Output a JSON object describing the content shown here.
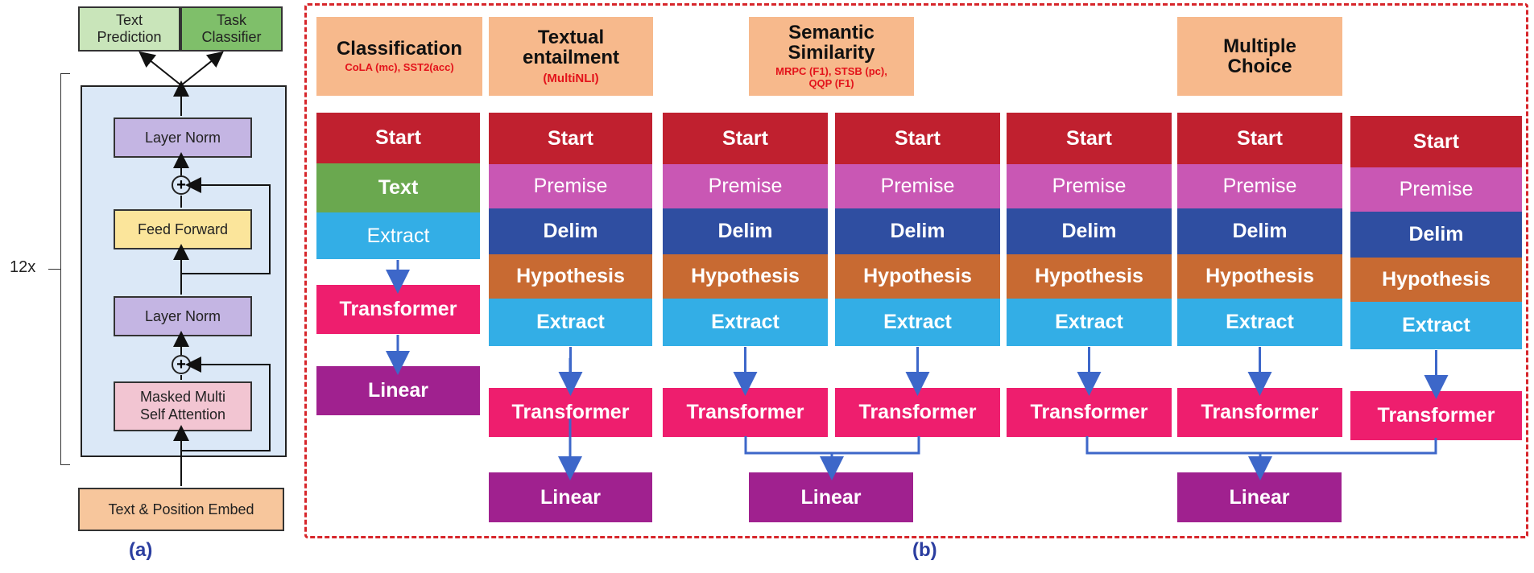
{
  "panel_a": {
    "outputs": [
      "Text\nPrediction",
      "Task\nClassifier"
    ],
    "layer_norm_top": "Layer Norm",
    "feed_forward": "Feed Forward",
    "layer_norm_bottom": "Layer Norm",
    "attention": "Masked Multi\nSelf Attention",
    "embed": "Text & Position Embed",
    "repeat": "12x",
    "plus_symbol": "+",
    "label": "(a)"
  },
  "panel_b": {
    "label": "(b)",
    "tasks": {
      "classification": {
        "title": "Classification",
        "sub": "CoLA (mc), SST2(acc)"
      },
      "entailment": {
        "title": "Textual\nentailment",
        "sub": "(MultiNLI)"
      },
      "similarity": {
        "title": "Semantic\nSimilarity",
        "sub": "MRPC (F1), STSB (pc),\nQQP (F1)"
      },
      "multiple": {
        "title": "Multiple\nChoice",
        "sub": ""
      }
    },
    "tokens": {
      "start": "Start",
      "text": "Text",
      "extract": "Extract",
      "premise": "Premise",
      "delim": "Delim",
      "hypothesis": "Hypothesis",
      "transformer": "Transformer",
      "linear": "Linear"
    }
  },
  "colors": {
    "start": "#c0202f",
    "text": "#6aa84f",
    "extract": "#33aee6",
    "premise": "#c957b4",
    "delim": "#2f4ea1",
    "hypothesis": "#c86a32",
    "transformer": "#ee1e6e",
    "linear": "#a0218f",
    "task_header": "#f7b98c",
    "dashed_border": "#d7262b",
    "label": "#2b3ea0"
  }
}
